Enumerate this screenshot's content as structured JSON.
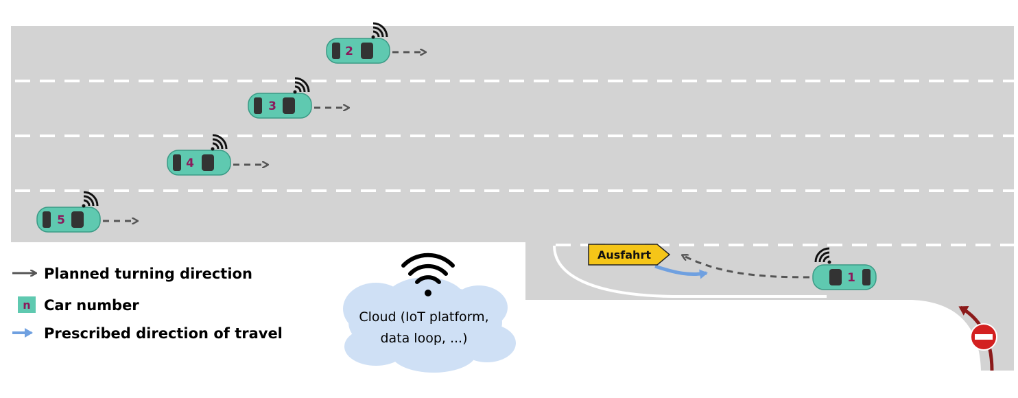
{
  "cars": [
    {
      "number": "2"
    },
    {
      "number": "3"
    },
    {
      "number": "4"
    },
    {
      "number": "5"
    },
    {
      "number": "1"
    }
  ],
  "sign": {
    "label": "Ausfahrt",
    "color": "#f5c518"
  },
  "cloud": {
    "line1": "Cloud (IoT platform,",
    "line2": "data loop, ...)",
    "color": "#cfe0f5"
  },
  "legend": {
    "planned_direction": "Planned turning direction",
    "car_number_marker": "n",
    "car_number": "Car number",
    "prescribed_direction": "Prescribed direction of travel"
  },
  "colors": {
    "road": "#d3d3d3",
    "lane_marking": "#ffffff",
    "car_body": "#5fc9b0",
    "car_number": "#8a1a5c",
    "planned_arrow": "#555555",
    "prescribed_arrow": "#6fa0e0",
    "wrong_way_arrow": "#8b1a1a",
    "no_entry_sign": "#d32020"
  },
  "icons": [
    "wifi-icon",
    "car-icon",
    "no-entry-sign-icon",
    "cloud-icon"
  ]
}
